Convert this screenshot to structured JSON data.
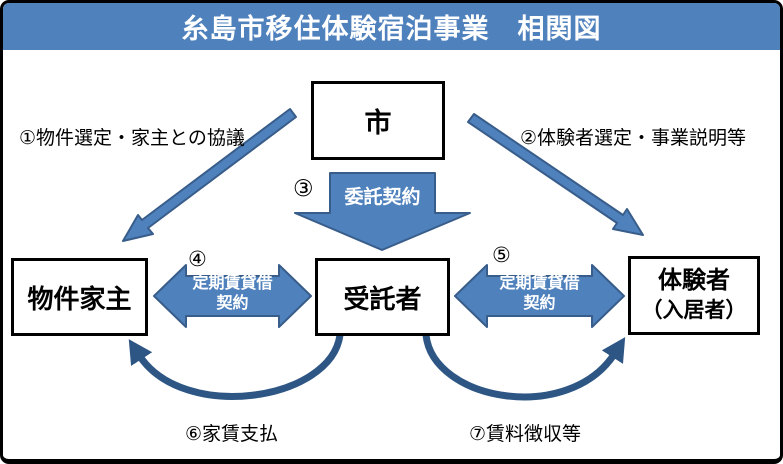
{
  "title": "糸島市移住体験宿泊事業　相関図",
  "nodes": {
    "city": {
      "label": "市"
    },
    "owner": {
      "label": "物件家主"
    },
    "trustee": {
      "label": "受託者"
    },
    "tenant": {
      "label_line1": "体験者",
      "label_line2": "（入居者）"
    }
  },
  "relations": {
    "step1": {
      "label": "①物件選定・家主との協議"
    },
    "step2": {
      "label": "②体験者選定・事業説明等"
    },
    "step3": {
      "number": "③",
      "label": "委託契約"
    },
    "step4": {
      "number": "④",
      "label_line1": "定期賃貸借",
      "label_line2": "契約"
    },
    "step5": {
      "number": "⑤",
      "label_line1": "定期賃貸借",
      "label_line2": "契約"
    },
    "step6": {
      "label": "⑥家賃支払"
    },
    "step7": {
      "label": "⑦賃料徴収等"
    }
  },
  "colors": {
    "accent_blue": "#4F81BD",
    "arrow_outline": "#385D8A",
    "arc_blue": "#2E5684",
    "title_text": "#FFFFFF",
    "box_border": "#000000"
  }
}
